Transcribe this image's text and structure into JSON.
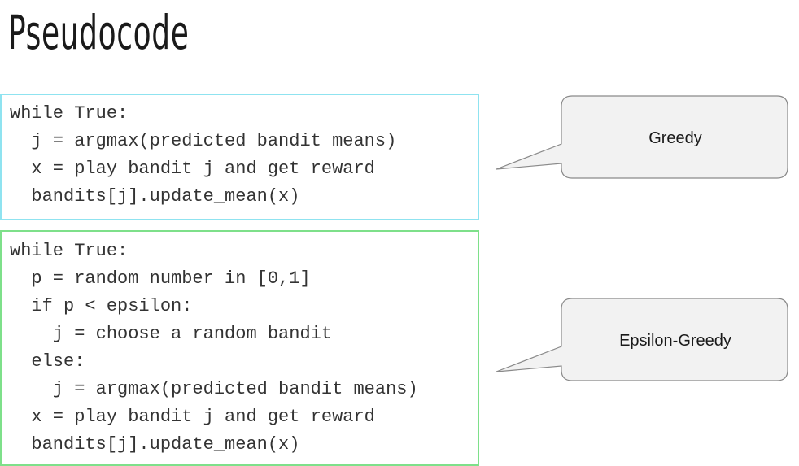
{
  "slide": {
    "title": "Pseudocode"
  },
  "greedy_code": {
    "lines": [
      "while True:",
      "  j = argmax(predicted bandit means)",
      "  x = play bandit j and get reward",
      "  bandits[j].update_mean(x)"
    ]
  },
  "epsilon_code": {
    "lines": [
      "while True:",
      "  p = random number in [0,1]",
      "  if p < epsilon:",
      "    j = choose a random bandit",
      "  else:",
      "    j = argmax(predicted bandit means)",
      "  x = play bandit j and get reward",
      "  bandits[j].update_mean(x)"
    ]
  },
  "callouts": {
    "greedy_label": "Greedy",
    "epsilon_label": "Epsilon-Greedy"
  },
  "colors": {
    "greedy_border": "#8fe3f0",
    "epsilon_border": "#7ee08a",
    "callout_fill": "#f2f2f2",
    "callout_stroke": "#8a8a8a"
  }
}
